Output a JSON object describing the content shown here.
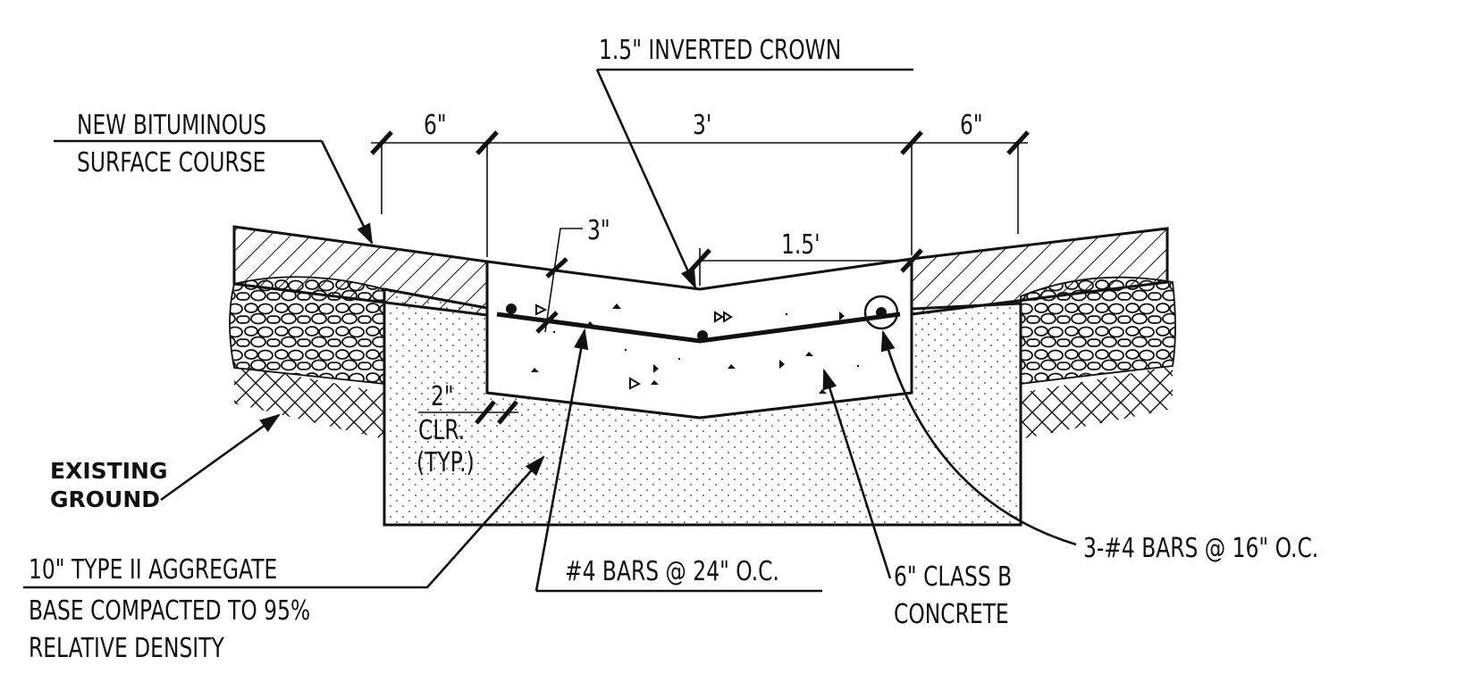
{
  "labels": {
    "inverted_crown": "1.5\" INVERTED CROWN",
    "surface_line1": "NEW BITUMINOUS",
    "surface_line2": "SURFACE COURSE",
    "dim_left": "6\"",
    "dim_center": "3'",
    "dim_right": "6\"",
    "dim_half": "1.5'",
    "dim_cover": "3\"",
    "clear_dim": "2\"",
    "clear_line1": "CLR.",
    "clear_line2": "(TYP.)",
    "ground_line1": "EXISTING",
    "ground_line2": "GROUND",
    "aggregate_line1": "10\" TYPE II AGGREGATE",
    "aggregate_line2": "BASE COMPACTED TO 95%",
    "aggregate_line3": "RELATIVE DENSITY",
    "bars_transverse": "#4 BARS @ 24\" O.C.",
    "concrete_line1": "6\" CLASS B",
    "concrete_line2": "CONCRETE",
    "bars_longitudinal": "3-#4 BARS @ 16\" O.C."
  },
  "colors": {
    "ink": "#111111",
    "paper": "#ffffff"
  }
}
